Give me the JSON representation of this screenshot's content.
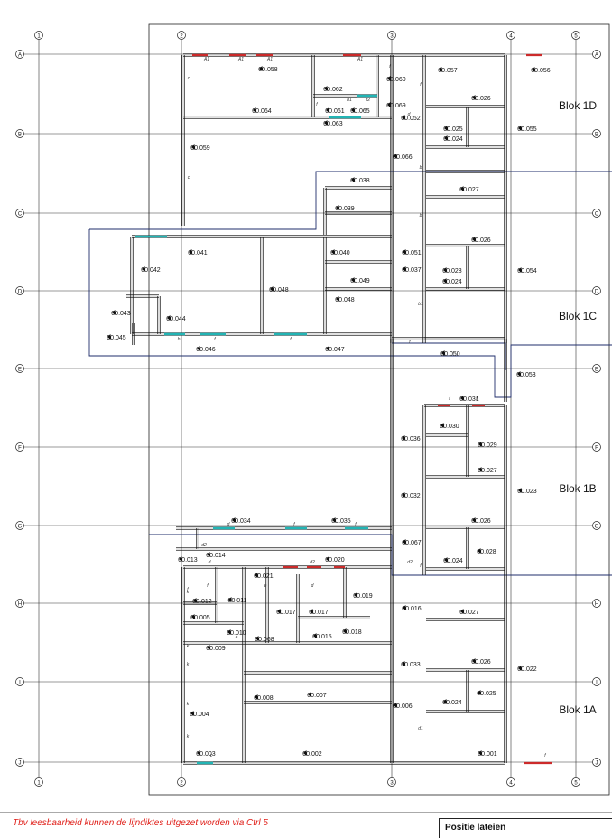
{
  "note": "Tbv leesbaarheid kunnen de lijndiktes uitgezet worden via Ctrl 5",
  "legend_title": "Positie lateien",
  "grid": {
    "columns": [
      "1",
      "2",
      "3",
      "4",
      "5"
    ],
    "rows": [
      "A",
      "B",
      "C",
      "D",
      "E",
      "F",
      "G",
      "H",
      "I",
      "J"
    ]
  },
  "blocks": [
    "Blok 1D",
    "Blok 1C",
    "Blok 1B",
    "Blok 1A"
  ],
  "rooms": [
    "00.056",
    "00.057",
    "00.058",
    "00.060",
    "00.062",
    "00.069",
    "00.061",
    "00.065",
    "00.063",
    "00.064",
    "00.052",
    "00.026",
    "00.025",
    "00.024",
    "00.055",
    "00.059",
    "00.066",
    "00.038",
    "00.027",
    "00.039",
    "00.041",
    "00.040",
    "00.051",
    "00.026",
    "00.037",
    "00.028",
    "00.054",
    "00.042",
    "00.049",
    "00.024",
    "00.048",
    "00.048",
    "00.043",
    "00.044",
    "00.045",
    "00.046",
    "00.047",
    "00.050",
    "00.053",
    "00.031",
    "00.030",
    "00.029",
    "00.036",
    "00.027",
    "00.023",
    "00.032",
    "00.026",
    "00.034",
    "00.035",
    "00.067",
    "00.028",
    "00.014",
    "00.013",
    "00.020",
    "00.024",
    "00.021",
    "00.019",
    "00.012",
    "00.011",
    "00.016",
    "00.017",
    "00.017",
    "00.005",
    "00.027",
    "00.018",
    "00.010",
    "00.009",
    "00.068",
    "00.015",
    "00.033",
    "00.026",
    "00.022",
    "00.008",
    "00.007",
    "00.025",
    "00.006",
    "00.024",
    "00.004",
    "00.003",
    "00.002",
    "00.001"
  ],
  "marks": [
    "A1",
    "A1",
    "A1",
    "A1",
    "f2",
    "b1",
    "f",
    "c",
    "c",
    "f",
    "f",
    "d",
    "b",
    "b",
    "b1",
    "f",
    "f",
    "f",
    "d",
    "f",
    "f",
    "d",
    "d2",
    "d2",
    "d2",
    "f",
    "f",
    "e",
    "d",
    "a",
    "b",
    "f",
    "f",
    "f",
    "d1",
    "k",
    "k",
    "k",
    "k",
    "k",
    "f",
    "c"
  ]
}
